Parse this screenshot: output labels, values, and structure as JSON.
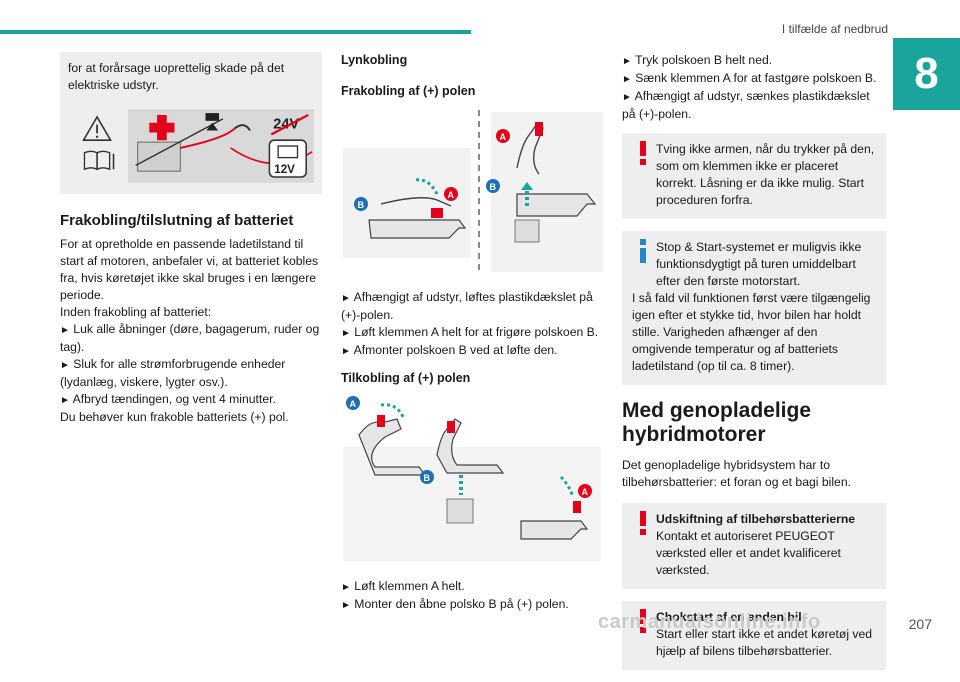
{
  "header": {
    "title": "I tilfælde af nedbrud",
    "chapter": "8",
    "accent": "#1aa59c"
  },
  "page_number": "207",
  "watermark": "carmanualsonline.info",
  "col1": {
    "box_text": "for at forårsage uoprettelig skade på det elektriske udstyr.",
    "illus_labels": {
      "v24": "24V",
      "v12": "12V"
    },
    "section_title": "Frakobling/tilslutning af batteriet",
    "para1": "For at opretholde en passende ladetilstand til start af motoren, anbefaler vi, at batteriet kobles fra, hvis køretøjet ikke skal bruges i en længere periode.",
    "para2": "Inden frakobling af batteriet:",
    "bullets": [
      "Luk alle åbninger (døre, bagagerum, ruder og tag).",
      "Sluk for alle strømforbrugende enheder (lydanlæg, viskere, lygter osv.).",
      "Afbryd tændingen, og vent 4 minutter."
    ],
    "para3": "Du behøver kun frakoble batteriets (+) pol."
  },
  "col2": {
    "title": "Lynkobling",
    "sub1": "Frakobling af (+) polen",
    "labels": {
      "a": "A",
      "b": "B"
    },
    "bullets1": [
      "Afhængigt af udstyr, løftes plastikdækslet på (+)-polen.",
      "Løft klemmen A helt for at frigøre polskoen B.",
      "Afmonter polskoen B ved at løfte den."
    ],
    "sub2": "Tilkobling af (+) polen",
    "bullets2": [
      "Løft klemmen A helt.",
      "Monter den åbne polsko B på (+) polen."
    ]
  },
  "col3": {
    "bullets": [
      "Tryk polskoen B helt ned.",
      "Sænk klemmen A for at fastgøre polskoen B.",
      "Afhængigt af udstyr, sænkes plastikdækslet på (+)-polen."
    ],
    "warn1": "Tving ikke armen, når du trykker på den, som om klemmen ikke er placeret korrekt. Låsning er da ikke mulig. Start proceduren forfra.",
    "info1_line1": "Stop & Start-systemet er muligvis ikke funktionsdygtigt på turen umiddelbart efter den første motorstart.",
    "info1_line2": "I så fald vil funktionen først være tilgængelig igen efter et stykke tid, hvor bilen har holdt stille. Varigheden afhænger af den omgivende temperatur og af batteriets ladetilstand (op til ca. 8 timer).",
    "big_title": "Med genopladelige hybridmotorer",
    "para": "Det genopladelige hybridsystem har to tilbehørsbatterier: et foran og et bagi bilen.",
    "warn2_title": "Udskiftning af tilbehørsbatterierne",
    "warn2_text": "Kontakt et autoriseret PEUGEOT værksted eller et andet kvalificeret værksted.",
    "warn3_title": "Chokstart af en anden bil",
    "warn3_text": "Start eller start ikke et andet køretøj ved hjælp af bilens tilbehørsbatterier."
  }
}
